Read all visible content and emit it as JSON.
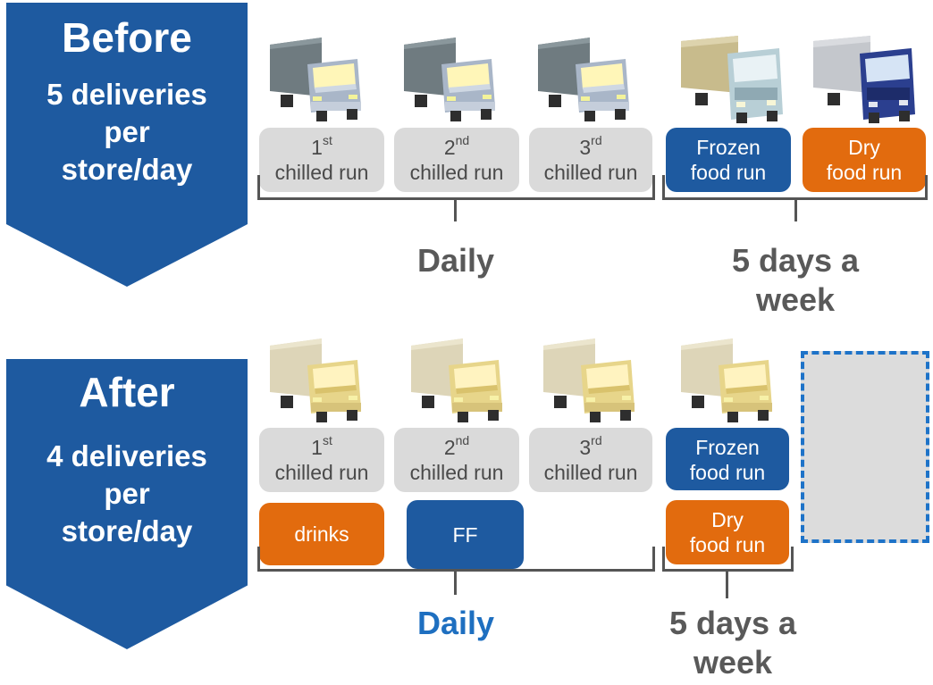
{
  "before": {
    "title": "Before",
    "subtitle_lines": [
      "5 deliveries",
      "per",
      "store/day"
    ],
    "runs": [
      {
        "ord_num": "1",
        "ord_suffix": "st",
        "text": "chilled run",
        "color": "grey"
      },
      {
        "ord_num": "2",
        "ord_suffix": "nd",
        "text": "chilled run",
        "color": "grey"
      },
      {
        "ord_num": "3",
        "ord_suffix": "rd",
        "text": "chilled run",
        "color": "grey"
      },
      {
        "line1": "Frozen",
        "line2": "food run",
        "color": "blue"
      },
      {
        "line1": "Dry",
        "line2": "food run",
        "color": "orange"
      }
    ],
    "daily_label": "Daily",
    "weekly_label_lines": [
      "5 days a",
      "week"
    ]
  },
  "after": {
    "title": "After",
    "subtitle_lines": [
      "4 deliveries",
      "per",
      "store/day"
    ],
    "runs": [
      {
        "ord_num": "1",
        "ord_suffix": "st",
        "text": "chilled run",
        "color": "grey"
      },
      {
        "ord_num": "2",
        "ord_suffix": "nd",
        "text": "chilled run",
        "color": "grey"
      },
      {
        "ord_num": "3",
        "ord_suffix": "rd",
        "text": "chilled run",
        "color": "grey"
      },
      {
        "line1": "Frozen",
        "line2": "food run",
        "color": "blue"
      },
      {
        "line1": "Dry",
        "line2": "food run",
        "color": "orange"
      }
    ],
    "tags": [
      "drinks",
      "FF"
    ],
    "daily_label": "Daily",
    "weekly_label_lines": [
      "5 days a",
      "week"
    ]
  },
  "colors": {
    "banner_blue": "#1e5aa0",
    "orange": "#e26b0e",
    "grey_box": "#dadada",
    "label_grey": "#595959",
    "daily_after_blue": "#1e6fc0",
    "placeholder_border": "#1e73c8"
  },
  "icons": [
    "truck-grey-icon",
    "truck-beige-icon",
    "truck-blue-icon"
  ]
}
